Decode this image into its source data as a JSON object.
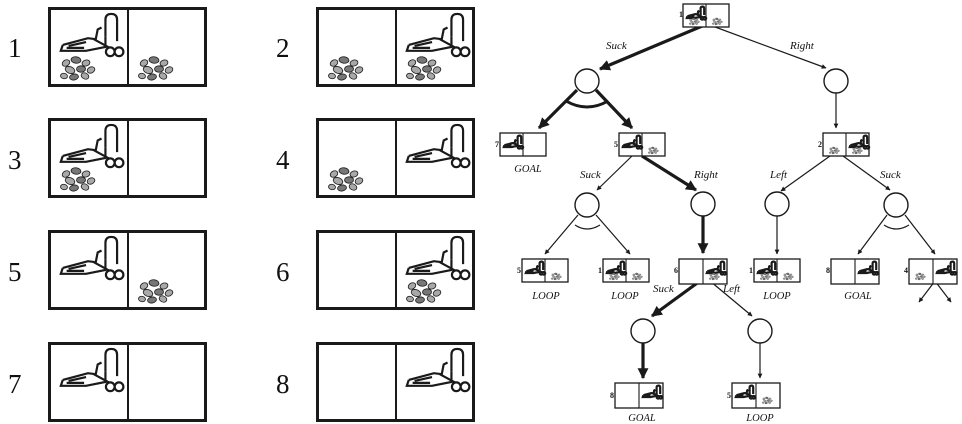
{
  "state_space": {
    "states": [
      {
        "label": "1",
        "vacuum": "left",
        "dirt_left": true,
        "dirt_right": true
      },
      {
        "label": "2",
        "vacuum": "right",
        "dirt_left": true,
        "dirt_right": true
      },
      {
        "label": "3",
        "vacuum": "left",
        "dirt_left": true,
        "dirt_right": false
      },
      {
        "label": "4",
        "vacuum": "right",
        "dirt_left": true,
        "dirt_right": false
      },
      {
        "label": "5",
        "vacuum": "left",
        "dirt_left": false,
        "dirt_right": true
      },
      {
        "label": "6",
        "vacuum": "right",
        "dirt_left": false,
        "dirt_right": true
      },
      {
        "label": "7",
        "vacuum": "left",
        "dirt_left": false,
        "dirt_right": false
      },
      {
        "label": "8",
        "vacuum": "right",
        "dirt_left": false,
        "dirt_right": false
      }
    ]
  },
  "search_tree": {
    "action_labels": {
      "root_suck": "Suck",
      "root_right": "Right",
      "s5_suck": "Suck",
      "s5_right": "Right",
      "s2_left": "Left",
      "s2_suck": "Suck",
      "s6_suck": "Suck",
      "s6_left": "Left"
    },
    "state_labels": {
      "root": "1",
      "n7": "7",
      "n5": "5",
      "n2": "2",
      "loop5": "5",
      "loop1a": "1",
      "n6": "6",
      "loop1b": "1",
      "goal8a": "8",
      "n4": "4",
      "goal8b": "8",
      "loop5b": "5"
    },
    "outcome_labels": {
      "n7": "GOAL",
      "loop5": "LOOP",
      "loop1a": "LOOP",
      "loop1b": "LOOP",
      "goal8a": "GOAL",
      "goal8b": "GOAL",
      "loop5b": "LOOP"
    }
  }
}
